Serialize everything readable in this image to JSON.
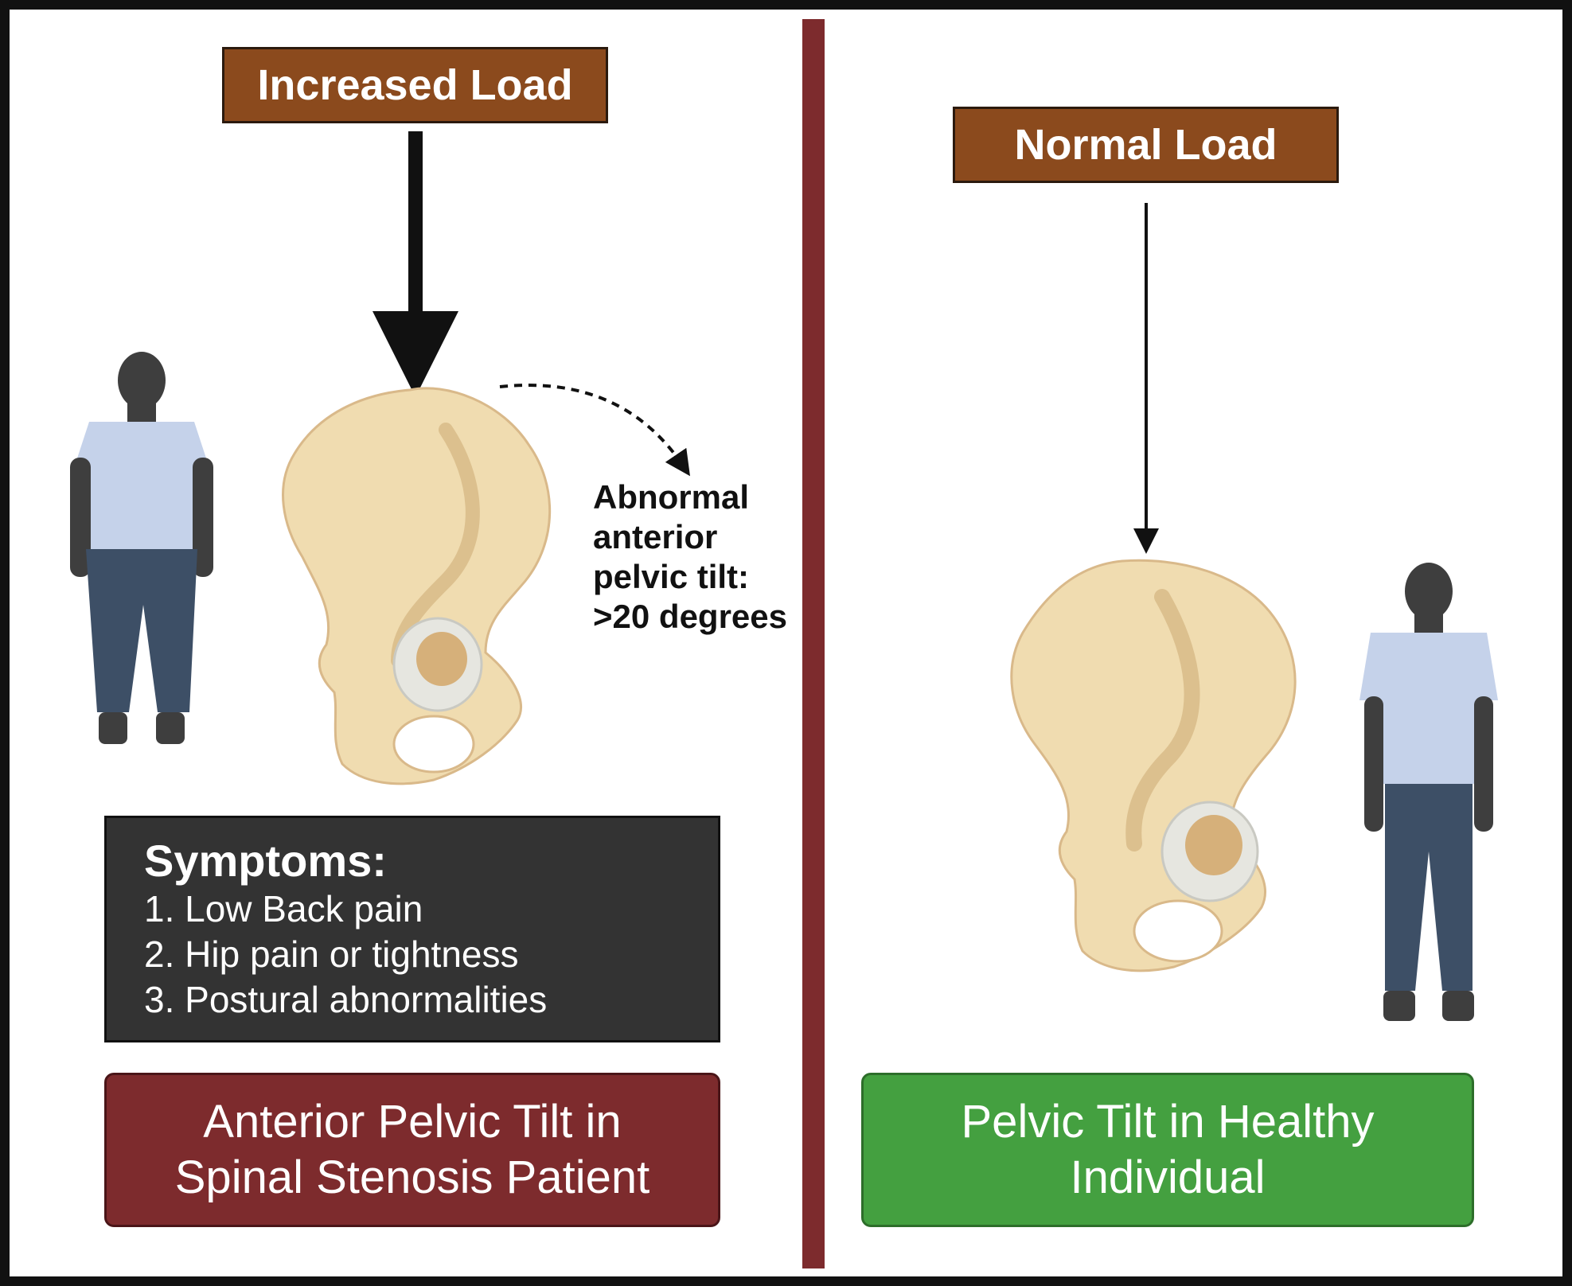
{
  "left_panel": {
    "load_label": "Increased Load",
    "tilt_annotation": "Abnormal\nanterior\npelvic tilt:\n>20 degrees",
    "symptoms": {
      "heading": "Symptoms:",
      "items": [
        "1. Low Back pain",
        "2. Hip pain or tightness",
        "3. Postural abnormalities"
      ]
    },
    "title": "Anterior Pelvic Tilt in\nSpinal Stenosis Patient"
  },
  "right_panel": {
    "load_label": "Normal Load",
    "title": "Pelvic Tilt in Healthy\nIndividual"
  },
  "colors": {
    "load_box": "#8b4a1d",
    "divider": "#7d2b2d",
    "symptoms_box": "#333333",
    "patient_title": "#7d2b2d",
    "healthy_title": "#44a040",
    "bone": "#f0dcb0",
    "shirt": "#c5d2ea",
    "pants": "#3d4f66",
    "skin": "#3e3e3e"
  }
}
